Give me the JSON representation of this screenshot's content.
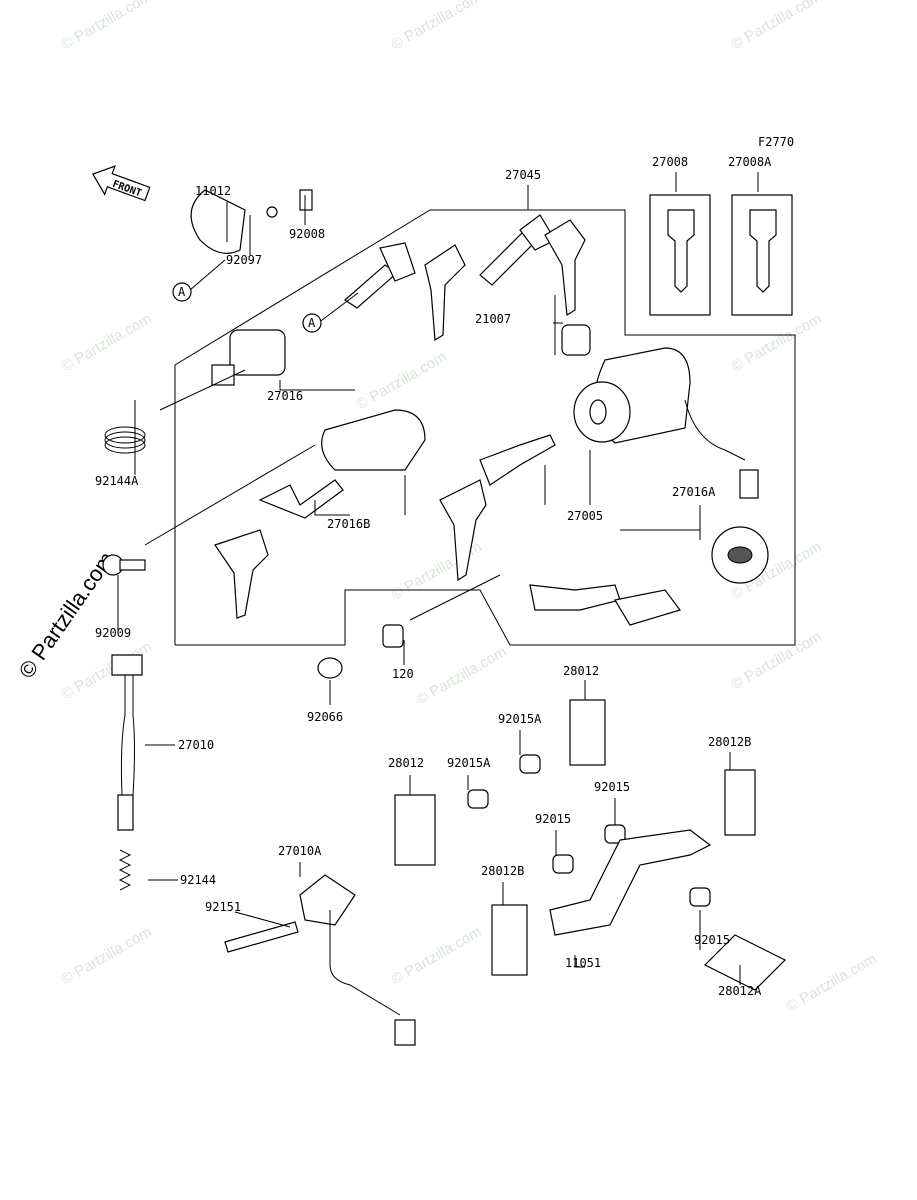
{
  "diagram": {
    "figure_code": "F2770",
    "front_label": "FRONT",
    "watermark": "© Partzilla.com",
    "callouts": [
      {
        "label": "27008"
      },
      {
        "label": "27008A"
      },
      {
        "label": "27045"
      },
      {
        "label": "11012"
      },
      {
        "label": "92008"
      },
      {
        "label": "92097"
      },
      {
        "label": "A"
      },
      {
        "label": "A"
      },
      {
        "label": "21007"
      },
      {
        "label": "27016"
      },
      {
        "label": "92144A"
      },
      {
        "label": "27005"
      },
      {
        "label": "27016A"
      },
      {
        "label": "27016B"
      },
      {
        "label": "92009"
      },
      {
        "label": "120"
      },
      {
        "label": "92066"
      },
      {
        "label": "28012"
      },
      {
        "label": "92015A"
      },
      {
        "label": "28012"
      },
      {
        "label": "92015A"
      },
      {
        "label": "28012B"
      },
      {
        "label": "92015"
      },
      {
        "label": "92015"
      },
      {
        "label": "28012B"
      },
      {
        "label": "27010"
      },
      {
        "label": "92144"
      },
      {
        "label": "27010A"
      },
      {
        "label": "92151"
      },
      {
        "label": "11051"
      },
      {
        "label": "92015"
      },
      {
        "label": "28012A"
      }
    ]
  }
}
